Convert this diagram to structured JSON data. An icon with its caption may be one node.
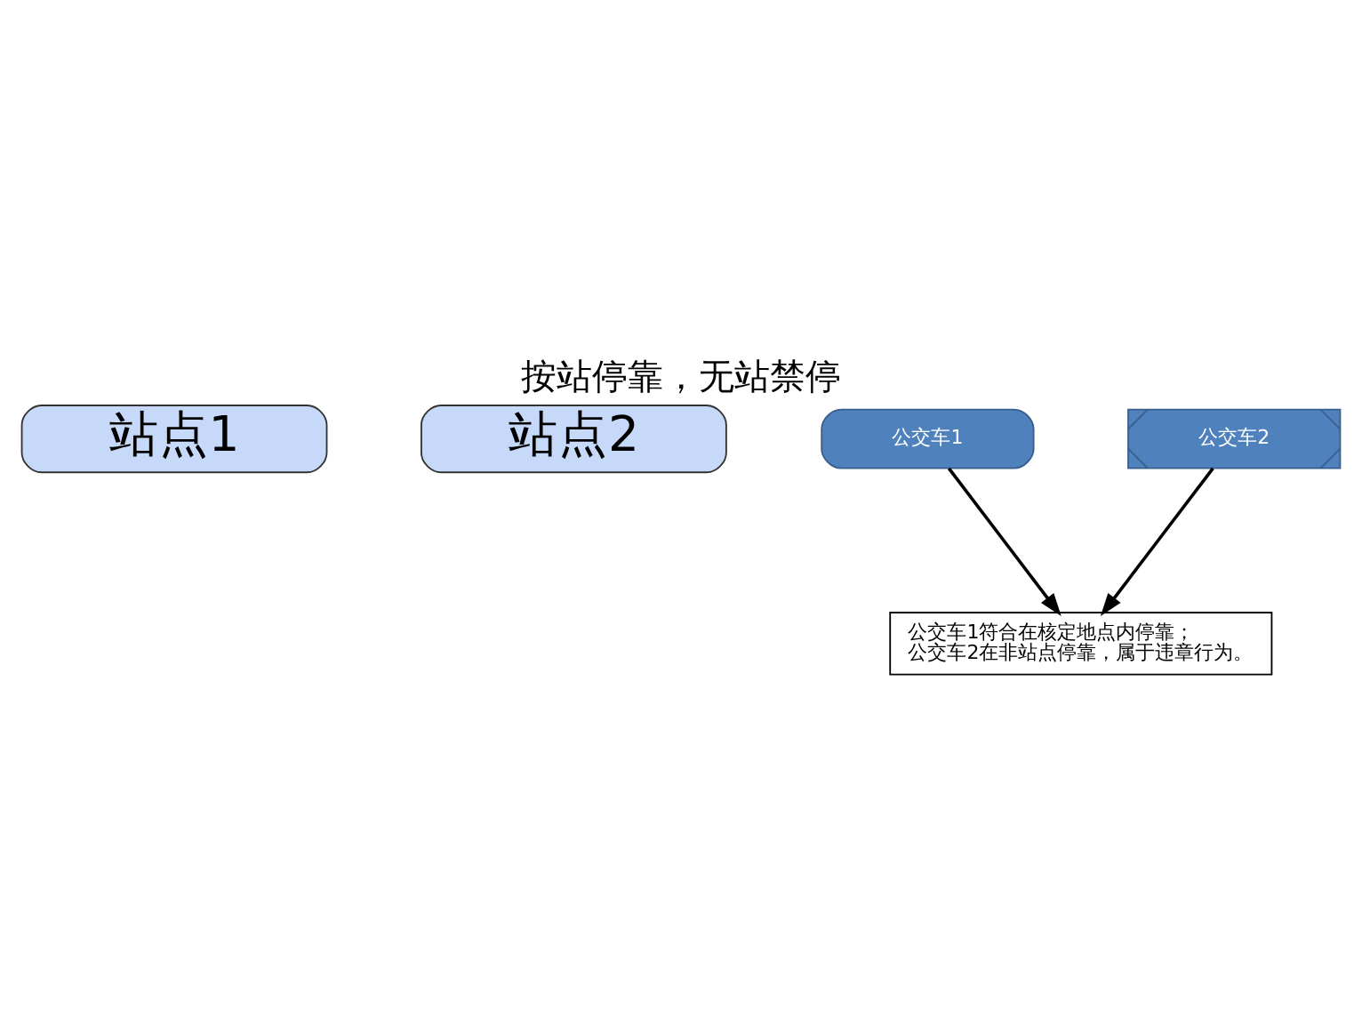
{
  "diagram": {
    "title": "按站停靠，无站禁停",
    "nodes": [
      {
        "text": [
          "站点1"
        ]
      },
      {
        "text": [
          "站点2"
        ]
      },
      {
        "text": [
          "公交车1"
        ]
      },
      {
        "text": [
          "公交车2"
        ]
      },
      {
        "text": [
          "公交车1符合在核定地点内停靠；",
          "公交车2在非站点停靠，属于违章行为。"
        ]
      }
    ],
    "edges": [
      {
        "from": 2,
        "to": 4,
        "arrow": "to"
      },
      {
        "from": 3,
        "to": 4,
        "arrow": "to"
      }
    ]
  }
}
